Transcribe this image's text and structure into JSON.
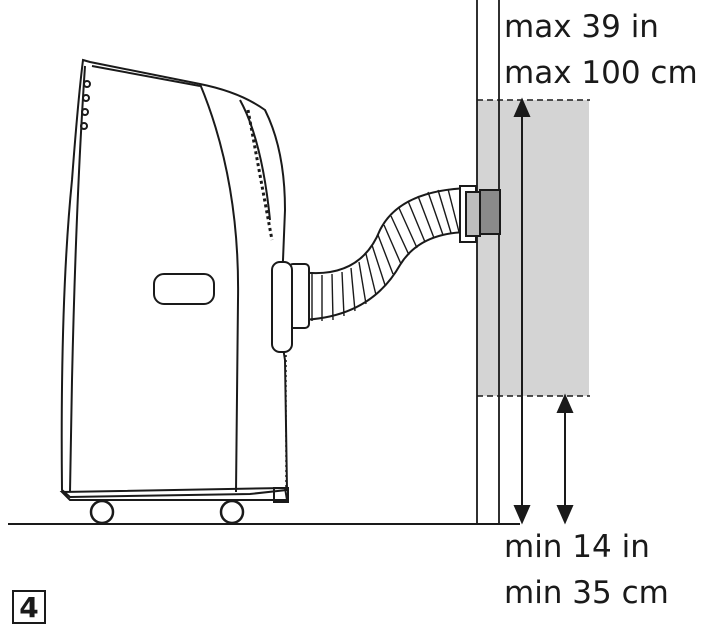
{
  "figure_number": "4",
  "labels": {
    "max_in": "max 39 in",
    "max_cm": "max 100 cm",
    "min_in": "min 14 in",
    "min_cm": "min 35 cm"
  },
  "colors": {
    "line": "#1a1a1a",
    "window_zone": "#d4d4d4",
    "background": "#ffffff"
  }
}
